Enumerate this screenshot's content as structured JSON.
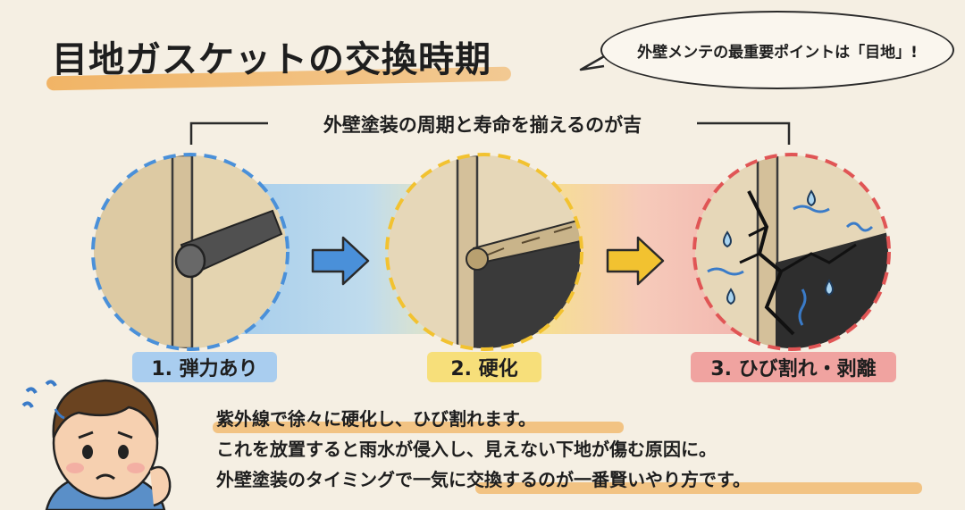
{
  "title": "目地ガスケットの交換時期",
  "bubble_text": "外壁メンテの最重要ポイントは「目地」!",
  "bracket_label": "外壁塗装の周期と寿命を揃えるのが吉",
  "stages": [
    {
      "label": "1. 弾力あり",
      "color": "#4a90d9",
      "label_bg": "#a9cdef"
    },
    {
      "label": "2. 硬化",
      "color": "#f2c230",
      "label_bg": "#f7df7a"
    },
    {
      "label": "3. ひび割れ・剥離",
      "color": "#e05555",
      "label_bg": "#f0a3a0"
    }
  ],
  "description": [
    "紫外線で徐々に硬化し、ひび割れます。",
    "これを放置すると雨水が侵入し、見えない下地が傷む原因に。",
    "外壁塗装のタイミングで一気に交換するのが一番賢いやり方です。"
  ],
  "colors": {
    "background": "#f5efe3",
    "highlight": "#f0aa50",
    "blue": "#4a90d9",
    "yellow": "#f2c230",
    "red": "#e05555"
  }
}
